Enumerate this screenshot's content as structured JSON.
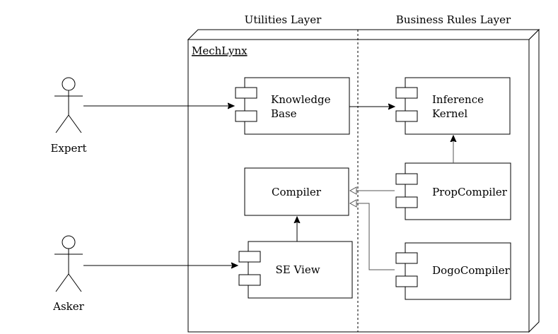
{
  "layers": {
    "utilities": "Utilities Layer",
    "business_rules": "Business Rules Layer"
  },
  "node": {
    "title": "MechLynx"
  },
  "actors": {
    "expert": "Expert",
    "asker": "Asker"
  },
  "components": {
    "knowledge_base": {
      "line1": "Knowledge",
      "line2": "Base"
    },
    "inference_kernel": {
      "line1": "Inference",
      "line2": "Kernel"
    },
    "compiler": "Compiler",
    "prop_compiler": "PropCompiler",
    "se_view": "SE View",
    "dogo_compiler": "DogoCompiler"
  }
}
